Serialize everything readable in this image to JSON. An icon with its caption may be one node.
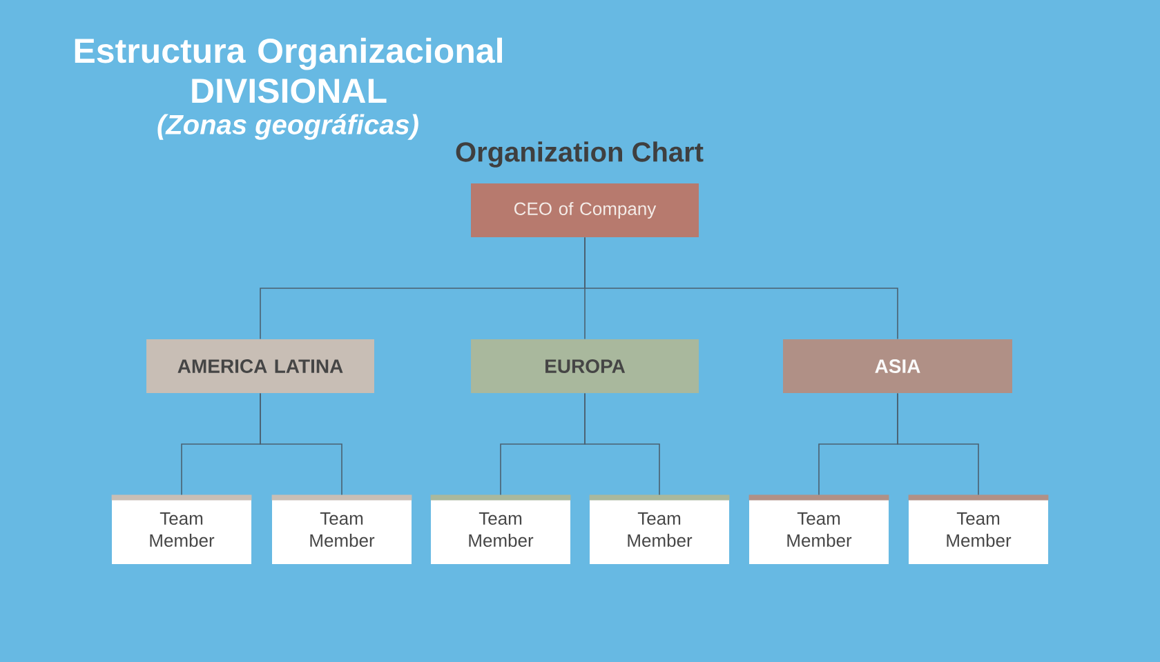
{
  "diagram": {
    "title": "Estructura Organizacional DIVISIONAL",
    "nodes": [
      {
        "text": [
          "CEO of Company"
        ]
      },
      {
        "text": [
          "AMERICA LATINA"
        ]
      },
      {
        "text": [
          "EUROPA"
        ]
      },
      {
        "text": [
          "ASIA"
        ]
      },
      {
        "text": [
          "Team Member"
        ]
      },
      {
        "text": [
          "Team Member"
        ]
      },
      {
        "text": [
          "Team Member"
        ]
      },
      {
        "text": [
          "Team Member"
        ]
      },
      {
        "text": [
          "Team Member"
        ]
      },
      {
        "text": [
          "Team Member"
        ]
      }
    ],
    "edges": [
      {
        "from": 0,
        "to": 1,
        "arrow": "none"
      },
      {
        "from": 0,
        "to": 2,
        "arrow": "none"
      },
      {
        "from": 0,
        "to": 3,
        "arrow": "none"
      },
      {
        "from": 1,
        "to": 4,
        "arrow": "none"
      },
      {
        "from": 1,
        "to": 5,
        "arrow": "none"
      },
      {
        "from": 2,
        "to": 6,
        "arrow": "none"
      },
      {
        "from": 2,
        "to": 7,
        "arrow": "none"
      },
      {
        "from": 3,
        "to": 8,
        "arrow": "none"
      },
      {
        "from": 3,
        "to": 9,
        "arrow": "none"
      }
    ],
    "labels": [
      "(Zonas geográficas)",
      "Organization Chart"
    ]
  }
}
